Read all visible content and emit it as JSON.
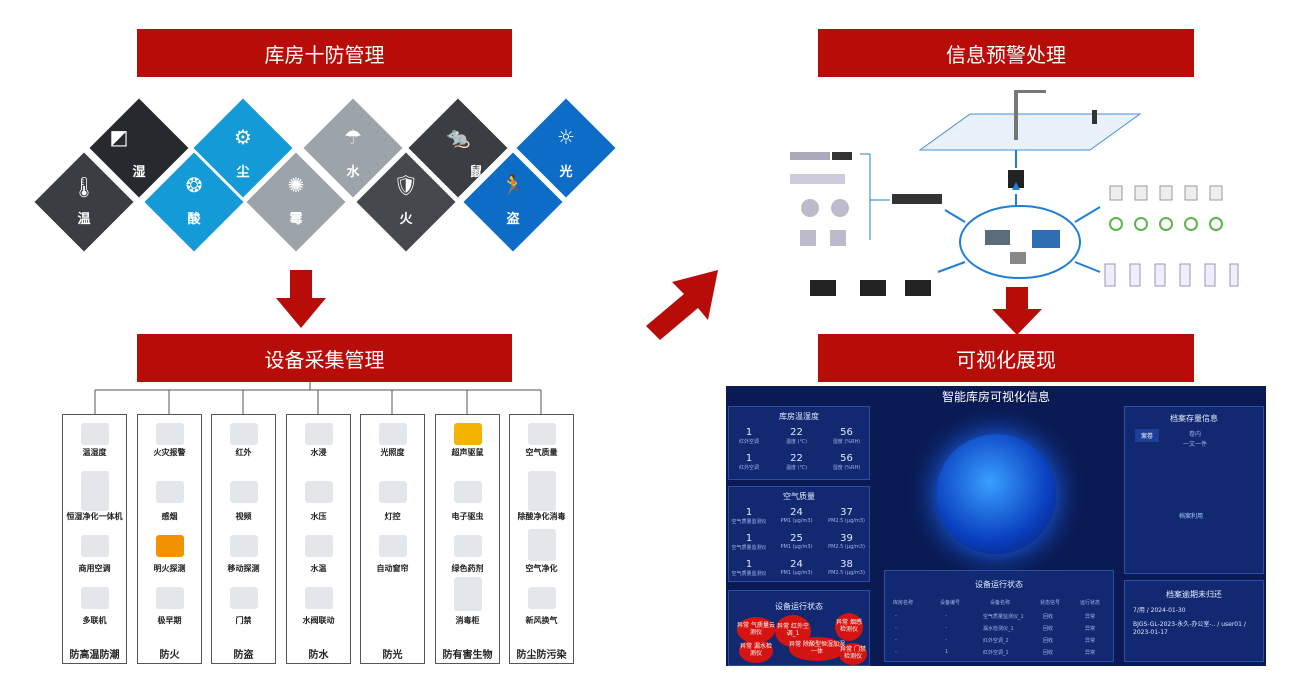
{
  "banners": {
    "top_left": "库房十防管理",
    "mid_left": "设备采集管理",
    "top_right": "信息预警处理",
    "mid_right": "可视化展现"
  },
  "ten_prevention": [
    {
      "label": "温",
      "icon": "thermometer-sun-icon",
      "color": "#3a3d42"
    },
    {
      "label": "湿",
      "icon": "humidity-icon",
      "color": "#26292e"
    },
    {
      "label": "酸",
      "icon": "acid-bubbles-icon",
      "color": "#159ad8"
    },
    {
      "label": "尘",
      "icon": "dust-gear-icon",
      "color": "#159ad8"
    },
    {
      "label": "霉",
      "icon": "mold-virus-icon",
      "color": "#9ca3a9"
    },
    {
      "label": "水",
      "icon": "umbrella-rain-icon",
      "color": "#9ca3a9"
    },
    {
      "label": "火",
      "icon": "fire-shield-icon",
      "color": "#45484d"
    },
    {
      "label": "鼠",
      "icon": "rat-icon",
      "color": "#3a3d42"
    },
    {
      "label": "盗",
      "icon": "thief-icon",
      "color": "#0d6cc5"
    },
    {
      "label": "光",
      "icon": "sun-icon",
      "color": "#0d6cc5"
    }
  ],
  "devices": [
    {
      "items": [
        "温湿度",
        "恒湿净化一体机",
        "商用空调",
        "多联机"
      ],
      "footer": "防高温防潮"
    },
    {
      "items": [
        "火灾报警",
        "感烟",
        "明火探测",
        "极早期"
      ],
      "footer": "防火"
    },
    {
      "items": [
        "红外",
        "视频",
        "移动探测",
        "门禁"
      ],
      "footer": "防盗"
    },
    {
      "items": [
        "水浸",
        "水压",
        "水温",
        "水阀联动"
      ],
      "footer": "防水"
    },
    {
      "items": [
        "光照度",
        "灯控",
        "自动窗帘"
      ],
      "footer": "防光"
    },
    {
      "items": [
        "超声驱鼠",
        "电子驱虫",
        "绿色药剂",
        "消毒柜"
      ],
      "footer": "防有害生物"
    },
    {
      "items": [
        "空气质量",
        "除酸净化消毒",
        "空气净化",
        "新风换气"
      ],
      "footer": "防尘防污染"
    }
  ],
  "dashboard": {
    "title": "智能库房可视化信息",
    "temp_panel": {
      "title": "库房温湿度",
      "rows": [
        {
          "a": "1",
          "a_sub": "红外空调",
          "b": "22",
          "b_sub": "温度 (℃)",
          "c": "56",
          "c_sub": "湿度 (%RH)"
        },
        {
          "a": "1",
          "a_sub": "红外空调",
          "b": "22",
          "b_sub": "温度 (℃)",
          "c": "56",
          "c_sub": "湿度 (%RH)"
        }
      ]
    },
    "air_panel": {
      "title": "空气质量",
      "rows": [
        {
          "a": "1",
          "a_sub": "空气质量监测仪",
          "b": "24",
          "b_sub": "PM1 (μg/m3)",
          "c": "37",
          "c_sub": "PM2.5 (μg/m3)"
        },
        {
          "a": "1",
          "a_sub": "空气质量监测仪",
          "b": "25",
          "b_sub": "PM1 (μg/m3)",
          "c": "39",
          "c_sub": "PM2.5 (μg/m3)"
        },
        {
          "a": "1",
          "a_sub": "空气质量监测仪",
          "b": "24",
          "b_sub": "PM1 (μg/m3)",
          "c": "38",
          "c_sub": "PM2.5 (μg/m3)"
        }
      ]
    },
    "status_left": {
      "title": "设备运行状态",
      "bubbles": [
        "异常 气质量云测仪",
        "异常 红外空调_1",
        "异常 烟感检测仪",
        "异常 漏水检测仪",
        "异常 除酸型恒湿加湿一体",
        "异常 门禁检测仪"
      ]
    },
    "status_center": {
      "title": "设备运行状态",
      "headers": [
        "库房名称",
        "设备编号",
        "设备名称",
        "状态信号",
        "运行状态"
      ],
      "rows": [
        [
          "-",
          "-",
          "空气质量监测仪_1",
          "回收",
          "异常"
        ],
        [
          "-",
          "-",
          "漏水检测仪_1",
          "回收",
          "异常"
        ],
        [
          "-",
          "-",
          "红外空调_2",
          "回收",
          "异常"
        ],
        [
          "-",
          "1",
          "红外空调_1",
          "回收",
          "异常"
        ]
      ]
    },
    "archive": {
      "title": "档案存量信息",
      "tab": "案卷",
      "col1": "卷内",
      "col2": "一文一件",
      "button": "档案利用"
    },
    "overdue": {
      "title": "档案逾期未归还",
      "lines": [
        "7/用 / 2024-01-30",
        "BJGS-GL-2023-永久-办公室-.. / user01 / 2023-01-17"
      ]
    }
  }
}
